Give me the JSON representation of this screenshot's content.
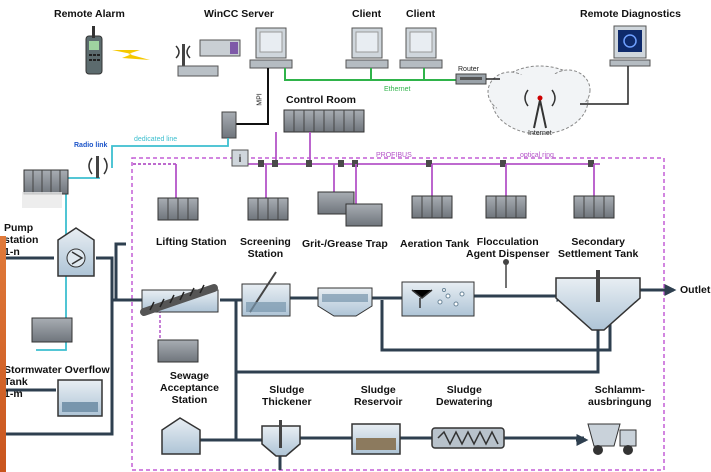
{
  "labels": {
    "remote_alarm": "Remote Alarm",
    "wincc_server": "WinCC Server",
    "client1": "Client",
    "client2": "Client",
    "remote_diagnostics": "Remote Diagnostics",
    "router": "Router",
    "ethernet": "Ethernet",
    "internet": "Internet",
    "mpi": "MPI",
    "control_room": "Control Room",
    "radio_link": "Radio link",
    "dedicated_line": "dedicated line",
    "profibus": "PROFIBUS",
    "optical_ring": "optical ring",
    "pump_station": [
      "Pump",
      "station",
      "1-n"
    ],
    "stormwater": [
      "Stormwater Overflow",
      "Tank",
      "1-m"
    ],
    "lifting_station": "Lifting Station",
    "screening_station": [
      "Screening",
      "Station"
    ],
    "grit_trap": "Grit-/Grease Trap",
    "aeration_tank": "Aeration Tank",
    "flocculation": [
      "Flocculation",
      "Agent Dispenser"
    ],
    "secondary_settlement": [
      "Secondary",
      "Settlement Tank"
    ],
    "outlet": "Outlet",
    "sewage_acceptance": [
      "Sewage",
      "Acceptance",
      "Station"
    ],
    "sludge_thickener": [
      "Sludge",
      "Thickener"
    ],
    "sludge_reservoir": [
      "Sludge",
      "Reservoir"
    ],
    "sludge_dewatering": [
      "Sludge",
      "Dewatering"
    ],
    "schlamm": [
      "Schlamm-",
      "ausbringung"
    ]
  },
  "colors": {
    "ethernet_line": "#2fb34a",
    "mpi_line": "#111111",
    "dedicated_line": "#3dbfcf",
    "profibus_line": "#b455c8",
    "process_pipe": "#2e3f4f",
    "plc_body": "#8d939a",
    "tank_fill": "#c9d9e6"
  }
}
